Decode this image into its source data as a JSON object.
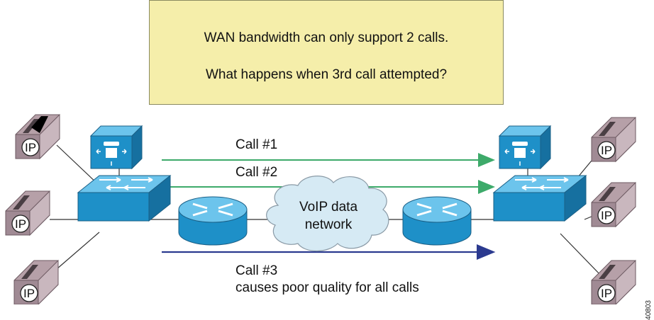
{
  "note": {
    "line1": "WAN bandwidth can only support 2 calls.",
    "line2": "What happens when 3rd call attempted?"
  },
  "calls": {
    "call1": "Call #1",
    "call2": "Call #2",
    "call3": "Call #3",
    "call3_note": "causes poor quality for all calls"
  },
  "cloud": {
    "line1": "VoIP data",
    "line2": "network"
  },
  "phone_label": "IP",
  "figure_id": "40803",
  "colors": {
    "note_bg": "#f5eeaa",
    "green_arrow": "#3daa6a",
    "blue_arrow": "#2b3a8f",
    "device_blue": "#1e90c8",
    "cloud_fill": "#d6eaf4"
  }
}
